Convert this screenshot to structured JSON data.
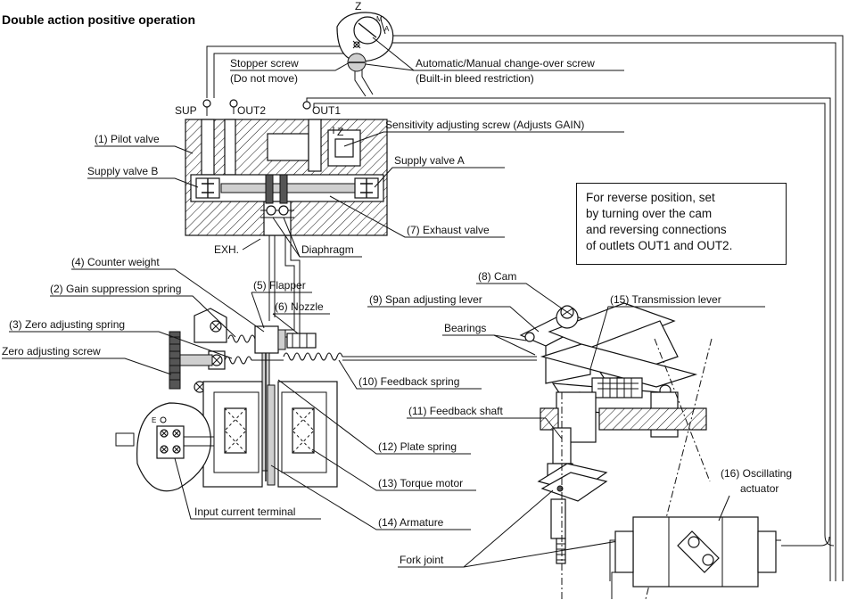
{
  "title": "Double action positive operation",
  "view_marker": "Z",
  "dial_letters": [
    "M",
    "A"
  ],
  "terminal_letter": "E",
  "labels": {
    "stopper_screw": "Stopper screw",
    "do_not_move": "(Do not move)",
    "auto_manual": "Automatic/Manual change-over screw",
    "builtin_bleed": "(Built-in bleed restriction)",
    "sup": "SUP",
    "out2": "OUT2",
    "out1": "OUT1",
    "sensitivity": "Sensitivity adjusting screw (Adjusts GAIN)",
    "pilot_valve": "(1) Pilot valve",
    "supply_valve_b": "Supply valve B",
    "supply_valve_a": "Supply valve A",
    "exhaust_valve": "(7) Exhaust valve",
    "exh": "EXH.",
    "diaphragm": "Diaphragm",
    "counter_weight": "(4) Counter weight",
    "gain_spring": "(2) Gain suppression spring",
    "flapper": "(5) Flapper",
    "nozzle": "(6) Nozzle",
    "zero_spring": "(3) Zero adjusting spring",
    "zero_screw": "Zero adjusting screw",
    "feedback_spring": "(10) Feedback spring",
    "plate_spring": "(12) Plate spring",
    "torque_motor": "(13) Torque motor",
    "input_terminal": "Input current terminal",
    "armature": "(14) Armature",
    "cam": "(8) Cam",
    "span_lever": "(9) Span adjusting lever",
    "transmission_lever": "(15) Transmission lever",
    "bearings": "Bearings",
    "feedback_shaft": "(11) Feedback shaft",
    "oscillating_1": "(16) Oscillating",
    "oscillating_2": "actuator",
    "fork_joint": "Fork joint"
  },
  "note": {
    "line1": "For reverse position, set",
    "line2": "by turning over the cam",
    "line3": "and reversing connections",
    "line4": "of outlets OUT1 and OUT2."
  }
}
